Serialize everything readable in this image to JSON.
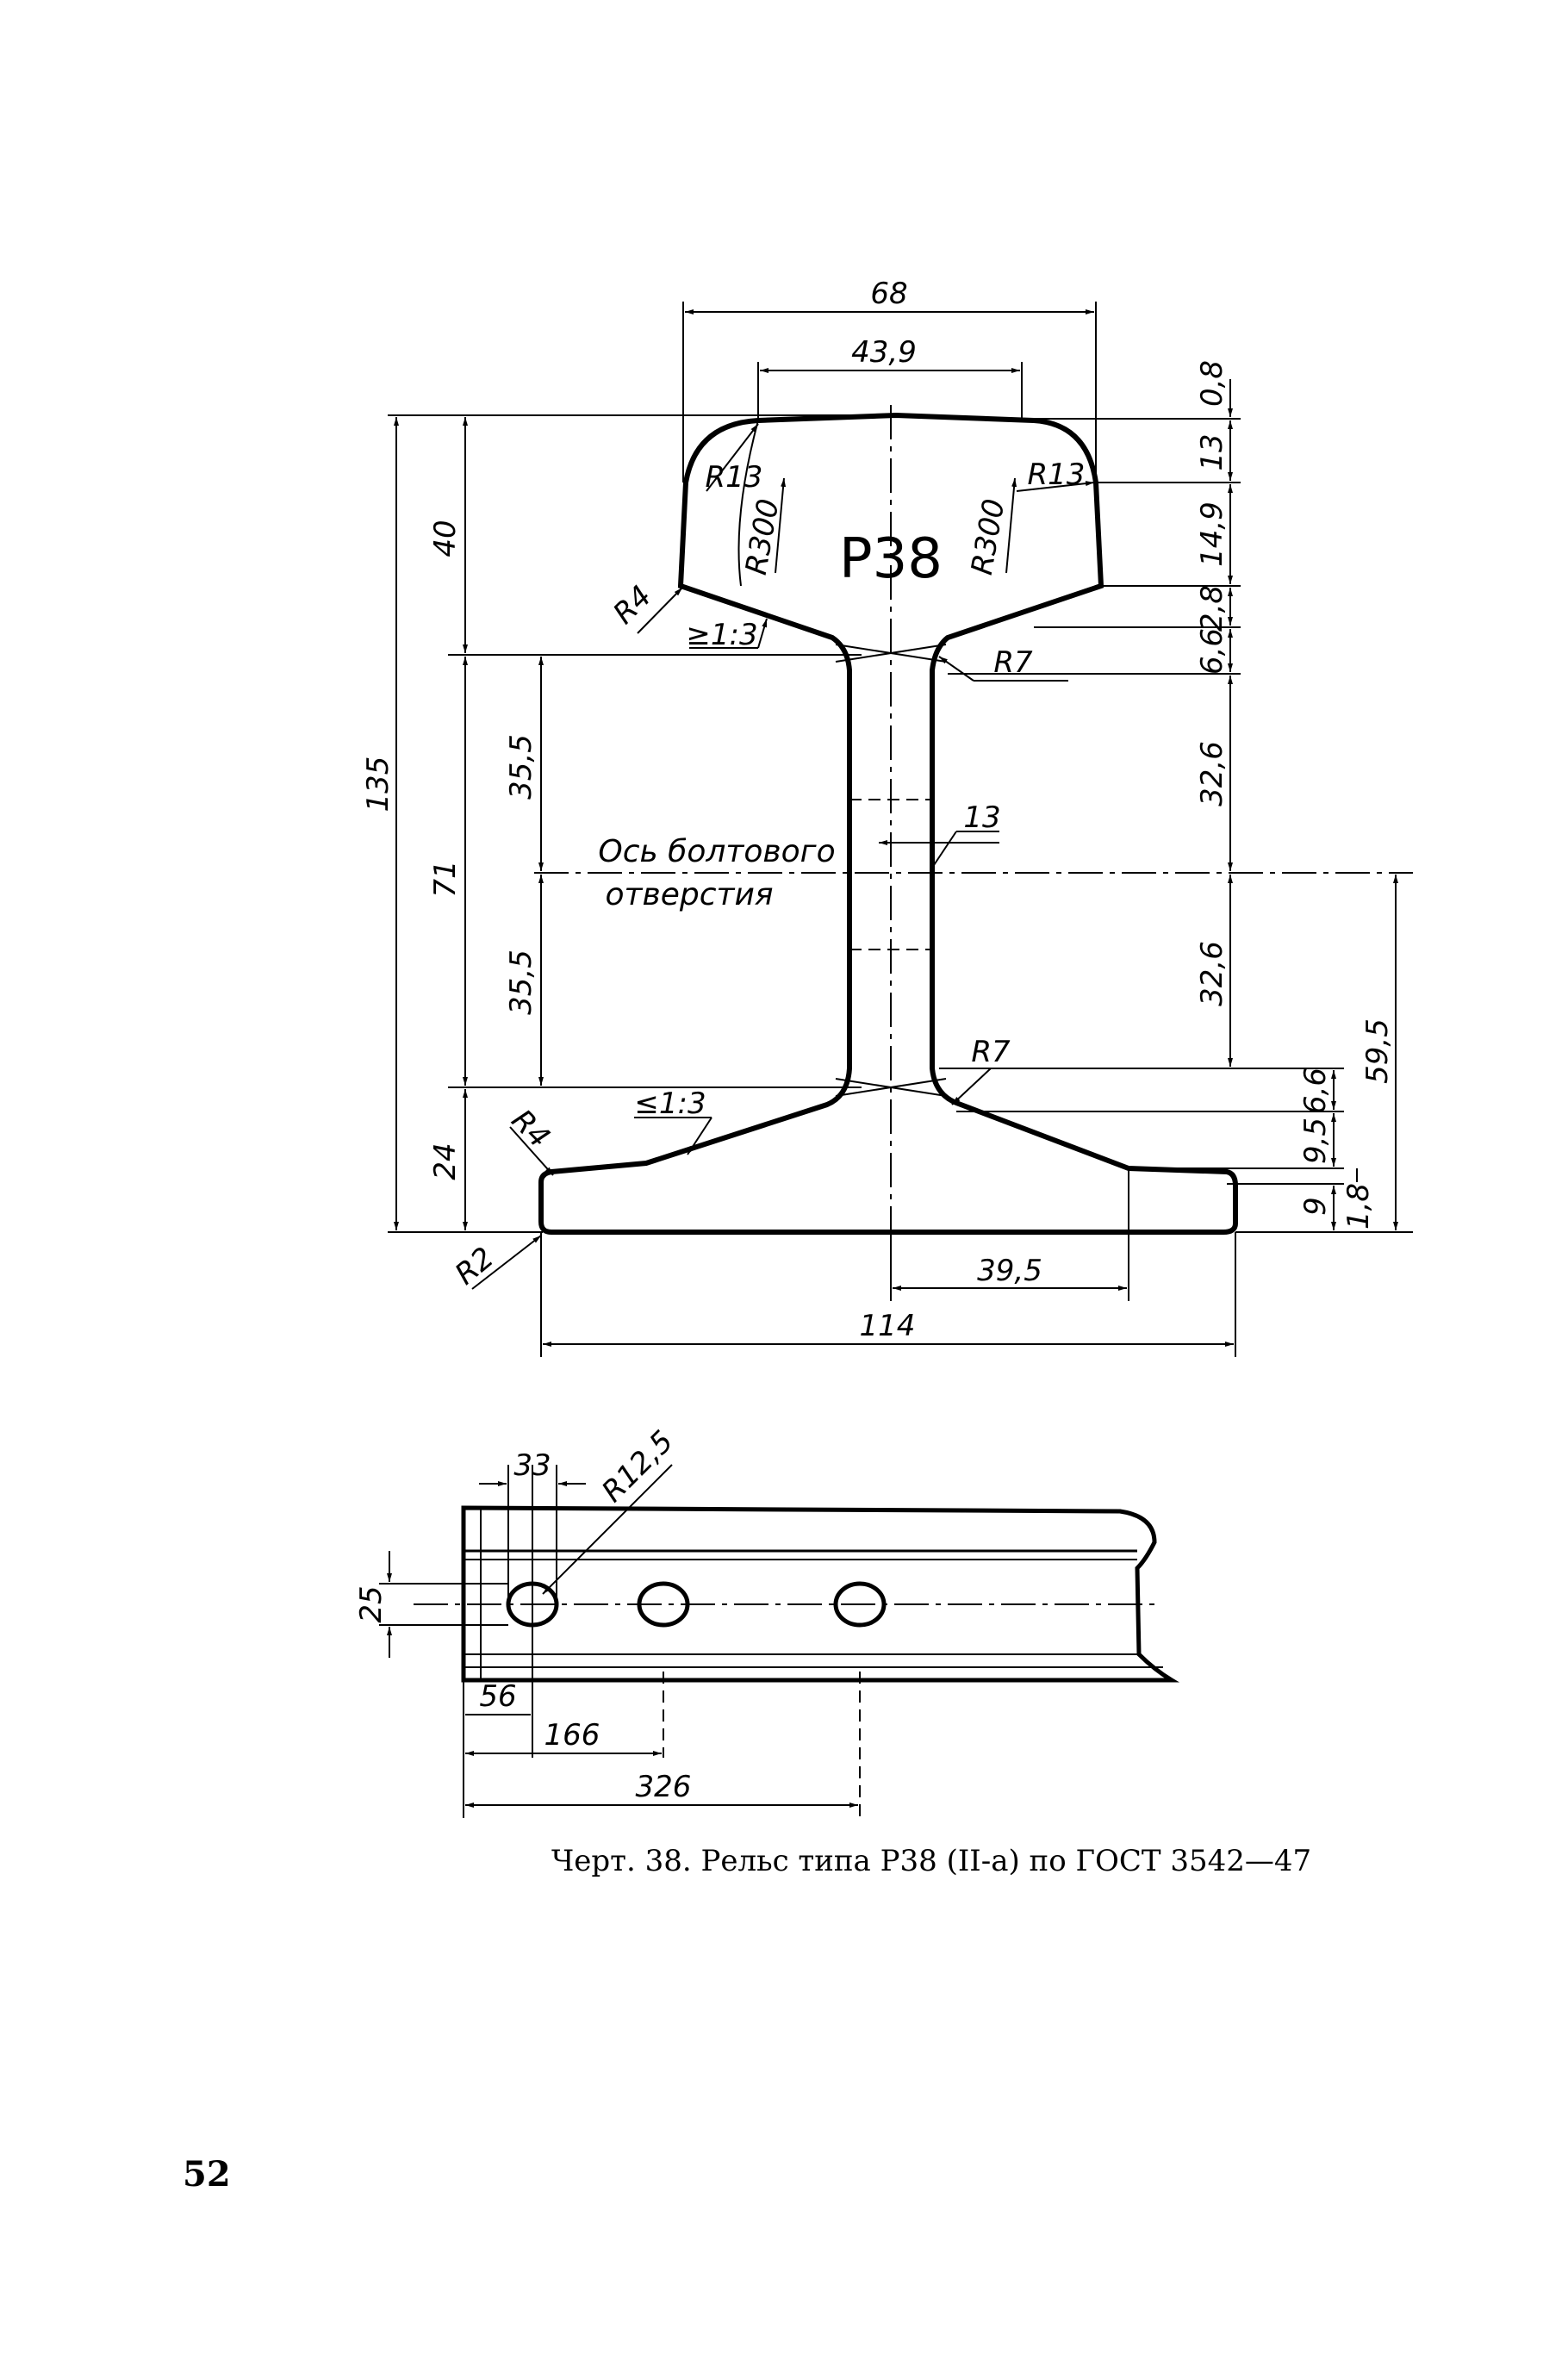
{
  "profile_label": "Р38",
  "dims": {
    "d68": "68",
    "d43_9": "43,9",
    "d0_8": "0,8",
    "d13a": "13",
    "d14_9": "14,9",
    "d2_8": "2,8",
    "d6_6a": "6,6",
    "d32_6a": "32,6",
    "d32_6b": "32,6",
    "d59_5": "59,5",
    "d6_6b": "6,6",
    "d9_5": "9,5",
    "d9": "9",
    "d1_8": "1,8",
    "d39_5": "39,5",
    "d114": "114",
    "d135": "135",
    "d40": "40",
    "d71": "71",
    "d24": "24",
    "d35_5a": "35,5",
    "d35_5b": "35,5",
    "d13_web": "13",
    "r13_left": "R13",
    "r13_right": "R13",
    "r300_left": "R300",
    "r300_right": "R300",
    "r4_top": "R4",
    "r4_bottom": "R4",
    "r7_top": "R7",
    "r7_bottom": "R7",
    "r2": "R2",
    "slope_top": "≥1:3",
    "slope_bottom": "≤1:3"
  },
  "bolt_axis": {
    "line1": "Ось болтового",
    "line2": "отверстия"
  },
  "side_view": {
    "d33": "33",
    "r12_5": "R12,5",
    "d25": "25",
    "d56": "56",
    "d166": "166",
    "d326": "326"
  },
  "caption": "Черт. 38. Рельс типа Р38 (II-а) по ГОСТ 3542—47",
  "page_number": "52"
}
